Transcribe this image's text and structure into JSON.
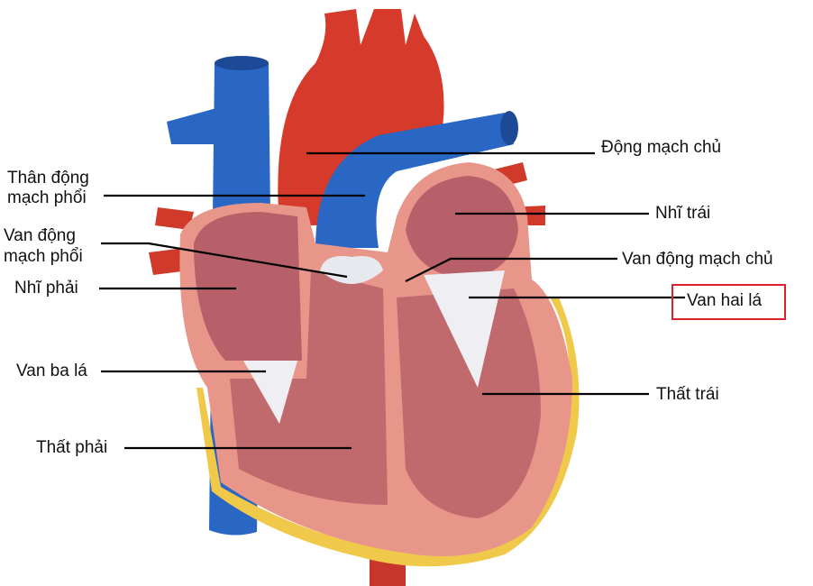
{
  "title": "Cấu tạo tim",
  "labels": {
    "aorta": "Động mạch chủ",
    "pulmonary_trunk_1": "Thân động",
    "pulmonary_trunk_2": "mạch phổi",
    "left_atrium": "Nhĩ trái",
    "pulmonary_valve_1": "Van động",
    "pulmonary_valve_2": "mạch phổi",
    "aortic_valve": "Van động mạch chủ",
    "right_atrium": "Nhĩ phải",
    "mitral_valve": "Van hai lá",
    "tricuspid_valve": "Van ba lá",
    "left_ventricle": "Thất trái",
    "right_ventricle": "Thất phải"
  },
  "highlighted_label": "mitral_valve",
  "colors": {
    "artery": "#d63a2a",
    "vein": "#2a66c4",
    "muscle": "#e8958a",
    "chamber": "#b8606a",
    "fat": "#f0c84a",
    "highlight": "#e0202a"
  }
}
